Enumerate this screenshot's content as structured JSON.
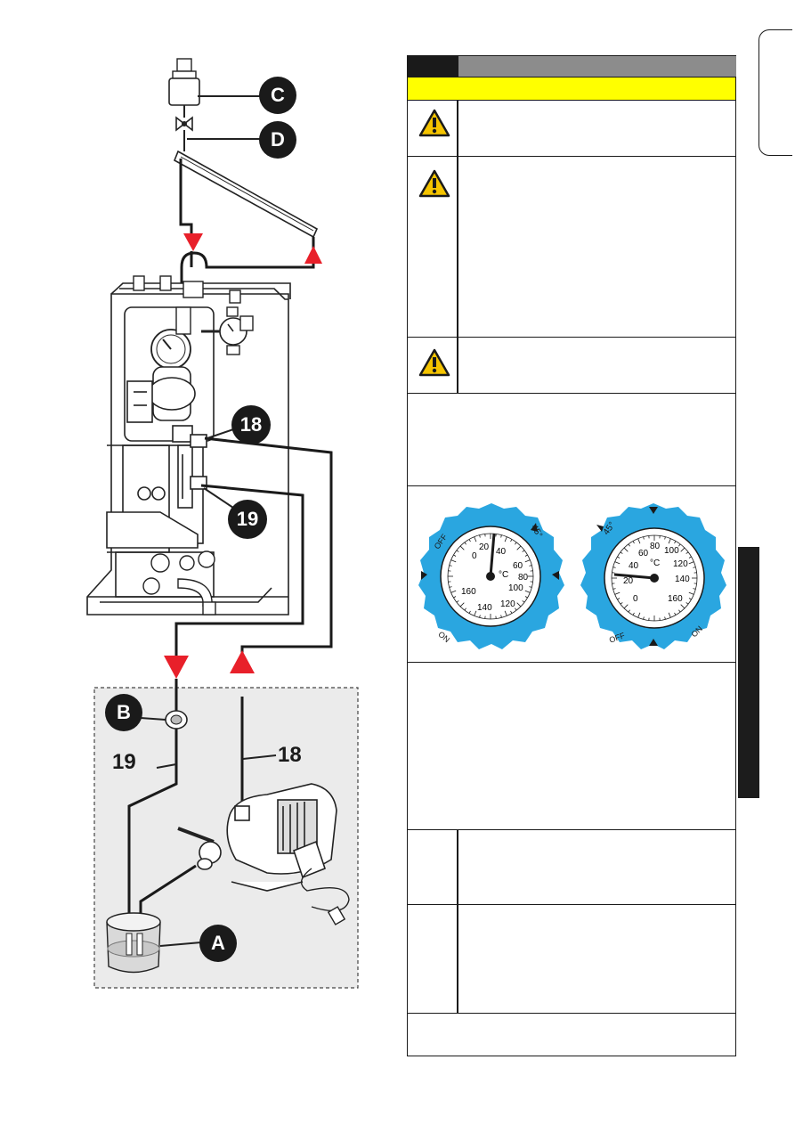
{
  "callouts": {
    "c": "C",
    "d": "D",
    "b": "B",
    "a": "A",
    "n18_top": "18",
    "n19_top": "19",
    "n19_bottom": "19",
    "n18_bottom": "18"
  },
  "gauges": {
    "left": {
      "ticks": [
        "0",
        "20",
        "40",
        "60",
        "80",
        "100",
        "120",
        "140",
        "160"
      ],
      "unit": "°C",
      "off": "OFF",
      "on": "ON",
      "angle": "45°"
    },
    "right": {
      "ticks": [
        "0",
        "20",
        "40",
        "60",
        "80",
        "100",
        "120",
        "140",
        "160"
      ],
      "unit": "°C",
      "off": "OFF",
      "on": "ON",
      "angle": "45°"
    }
  },
  "colors": {
    "accent_yellow": "#ffff00",
    "header_grey": "#8c8c8c",
    "arrow_red": "#e8202a",
    "gauge_blue": "#2aa6e0",
    "warning_yellow": "#f5c400"
  }
}
